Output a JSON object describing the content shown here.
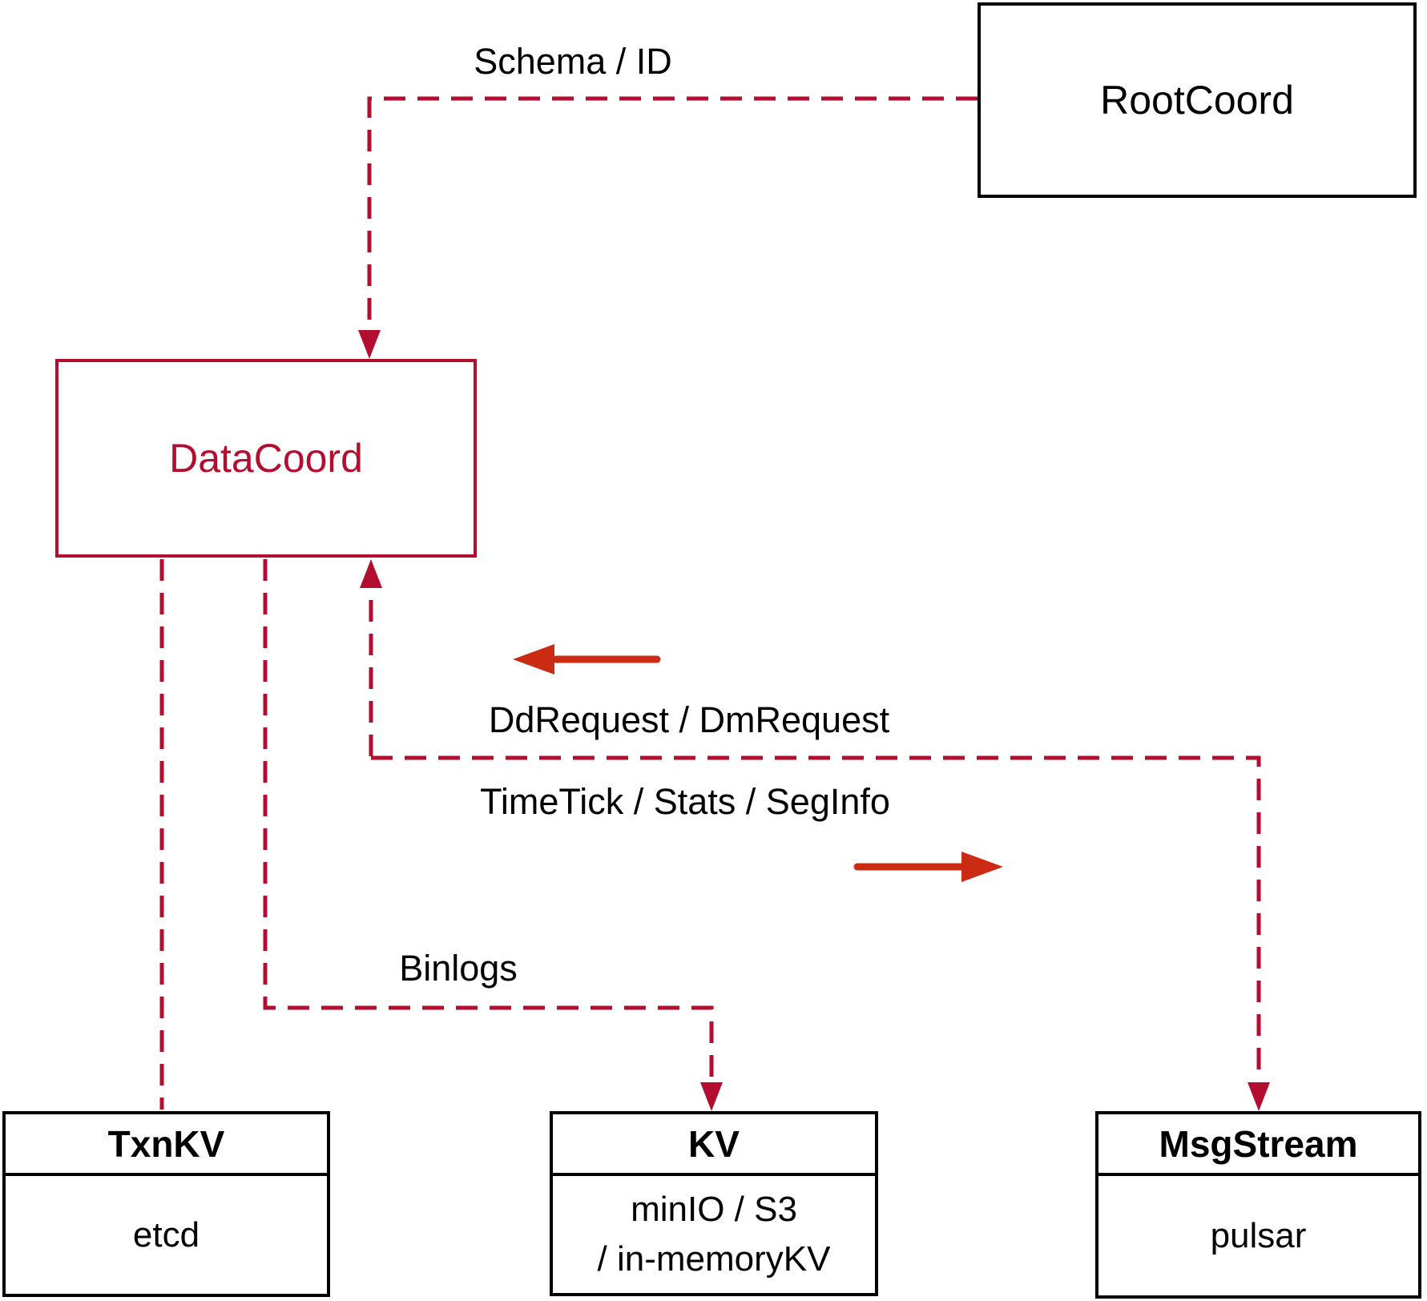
{
  "diagram": {
    "nodes": {
      "rootcoord": {
        "label": "RootCoord"
      },
      "datacoord": {
        "label": "DataCoord"
      },
      "txnkv": {
        "title": "TxnKV",
        "body": "etcd"
      },
      "kv": {
        "title": "KV",
        "body_line1": "minIO / S3",
        "body_line2": "/ in-memoryKV"
      },
      "msgstream": {
        "title": "MsgStream",
        "body": "pulsar"
      }
    },
    "edge_labels": {
      "schema_id": "Schema / ID",
      "dd_dm_request": "DdRequest / DmRequest",
      "timetick_stats_seginfo": "TimeTick / Stats / SegInfo",
      "binlogs": "Binlogs"
    },
    "colors": {
      "dashed_line": "#b30e2f",
      "solid_arrow": "#cb2a13",
      "box_border_black": "#000000",
      "datacoord_accent": "#b30e2f",
      "text": "#000000",
      "background": "#ffffff"
    }
  }
}
